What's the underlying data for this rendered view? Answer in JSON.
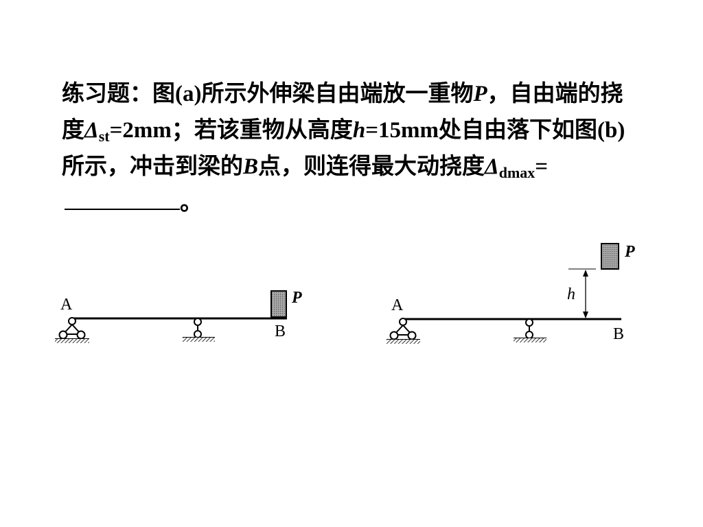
{
  "problem": {
    "p1": "练习题：图",
    "p2": "(a)",
    "p3": "所示外伸梁自由端放一重物",
    "p4": "P",
    "p5": "，自由端的挠度",
    "p6": "Δ",
    "p7": "st",
    "p8": "=2mm",
    "p9": "；若该重物从高度",
    "p10": "h",
    "p11": "=15mm",
    "p12": "处自由落下如图",
    "p13": "(b)",
    "p14": "所示，冲击到梁的",
    "p15": "B",
    "p16": "点，则连得最大动挠度",
    "p17": "Δ",
    "p18": "dmax",
    "p19": "=",
    "p20": "。"
  },
  "figure_a": {
    "label_a": "A",
    "label_b": "B",
    "label_p": "P"
  },
  "figure_b": {
    "label_a": "A",
    "label_b": "B",
    "label_p": "P",
    "label_h": "h"
  },
  "colors": {
    "text": "#000000",
    "background": "#ffffff",
    "weight_fill": "#9a9a9a"
  }
}
